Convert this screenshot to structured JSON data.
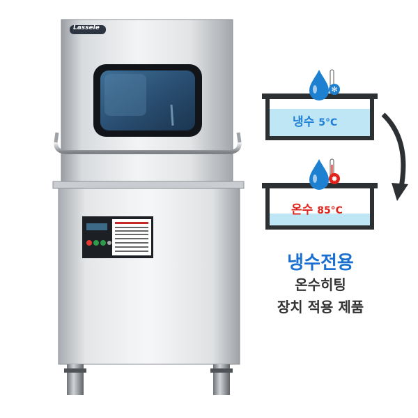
{
  "machine": {
    "brand": "Lassele"
  },
  "tanks": [
    {
      "label": "냉수",
      "temp": "5°C",
      "color": "#1f7fd6",
      "icon": "cold-water-drop-icon"
    },
    {
      "label": "온수",
      "temp": "85°C",
      "color": "#e0241b",
      "icon": "hot-water-drop-icon"
    }
  ],
  "feature": {
    "headline": "냉수전용",
    "line1": "온수히팅",
    "line2": "장치 적용 제품"
  },
  "colors": {
    "accent_blue": "#1a6fd1",
    "hot_red": "#e0241b",
    "water": "#bfe6f5"
  }
}
